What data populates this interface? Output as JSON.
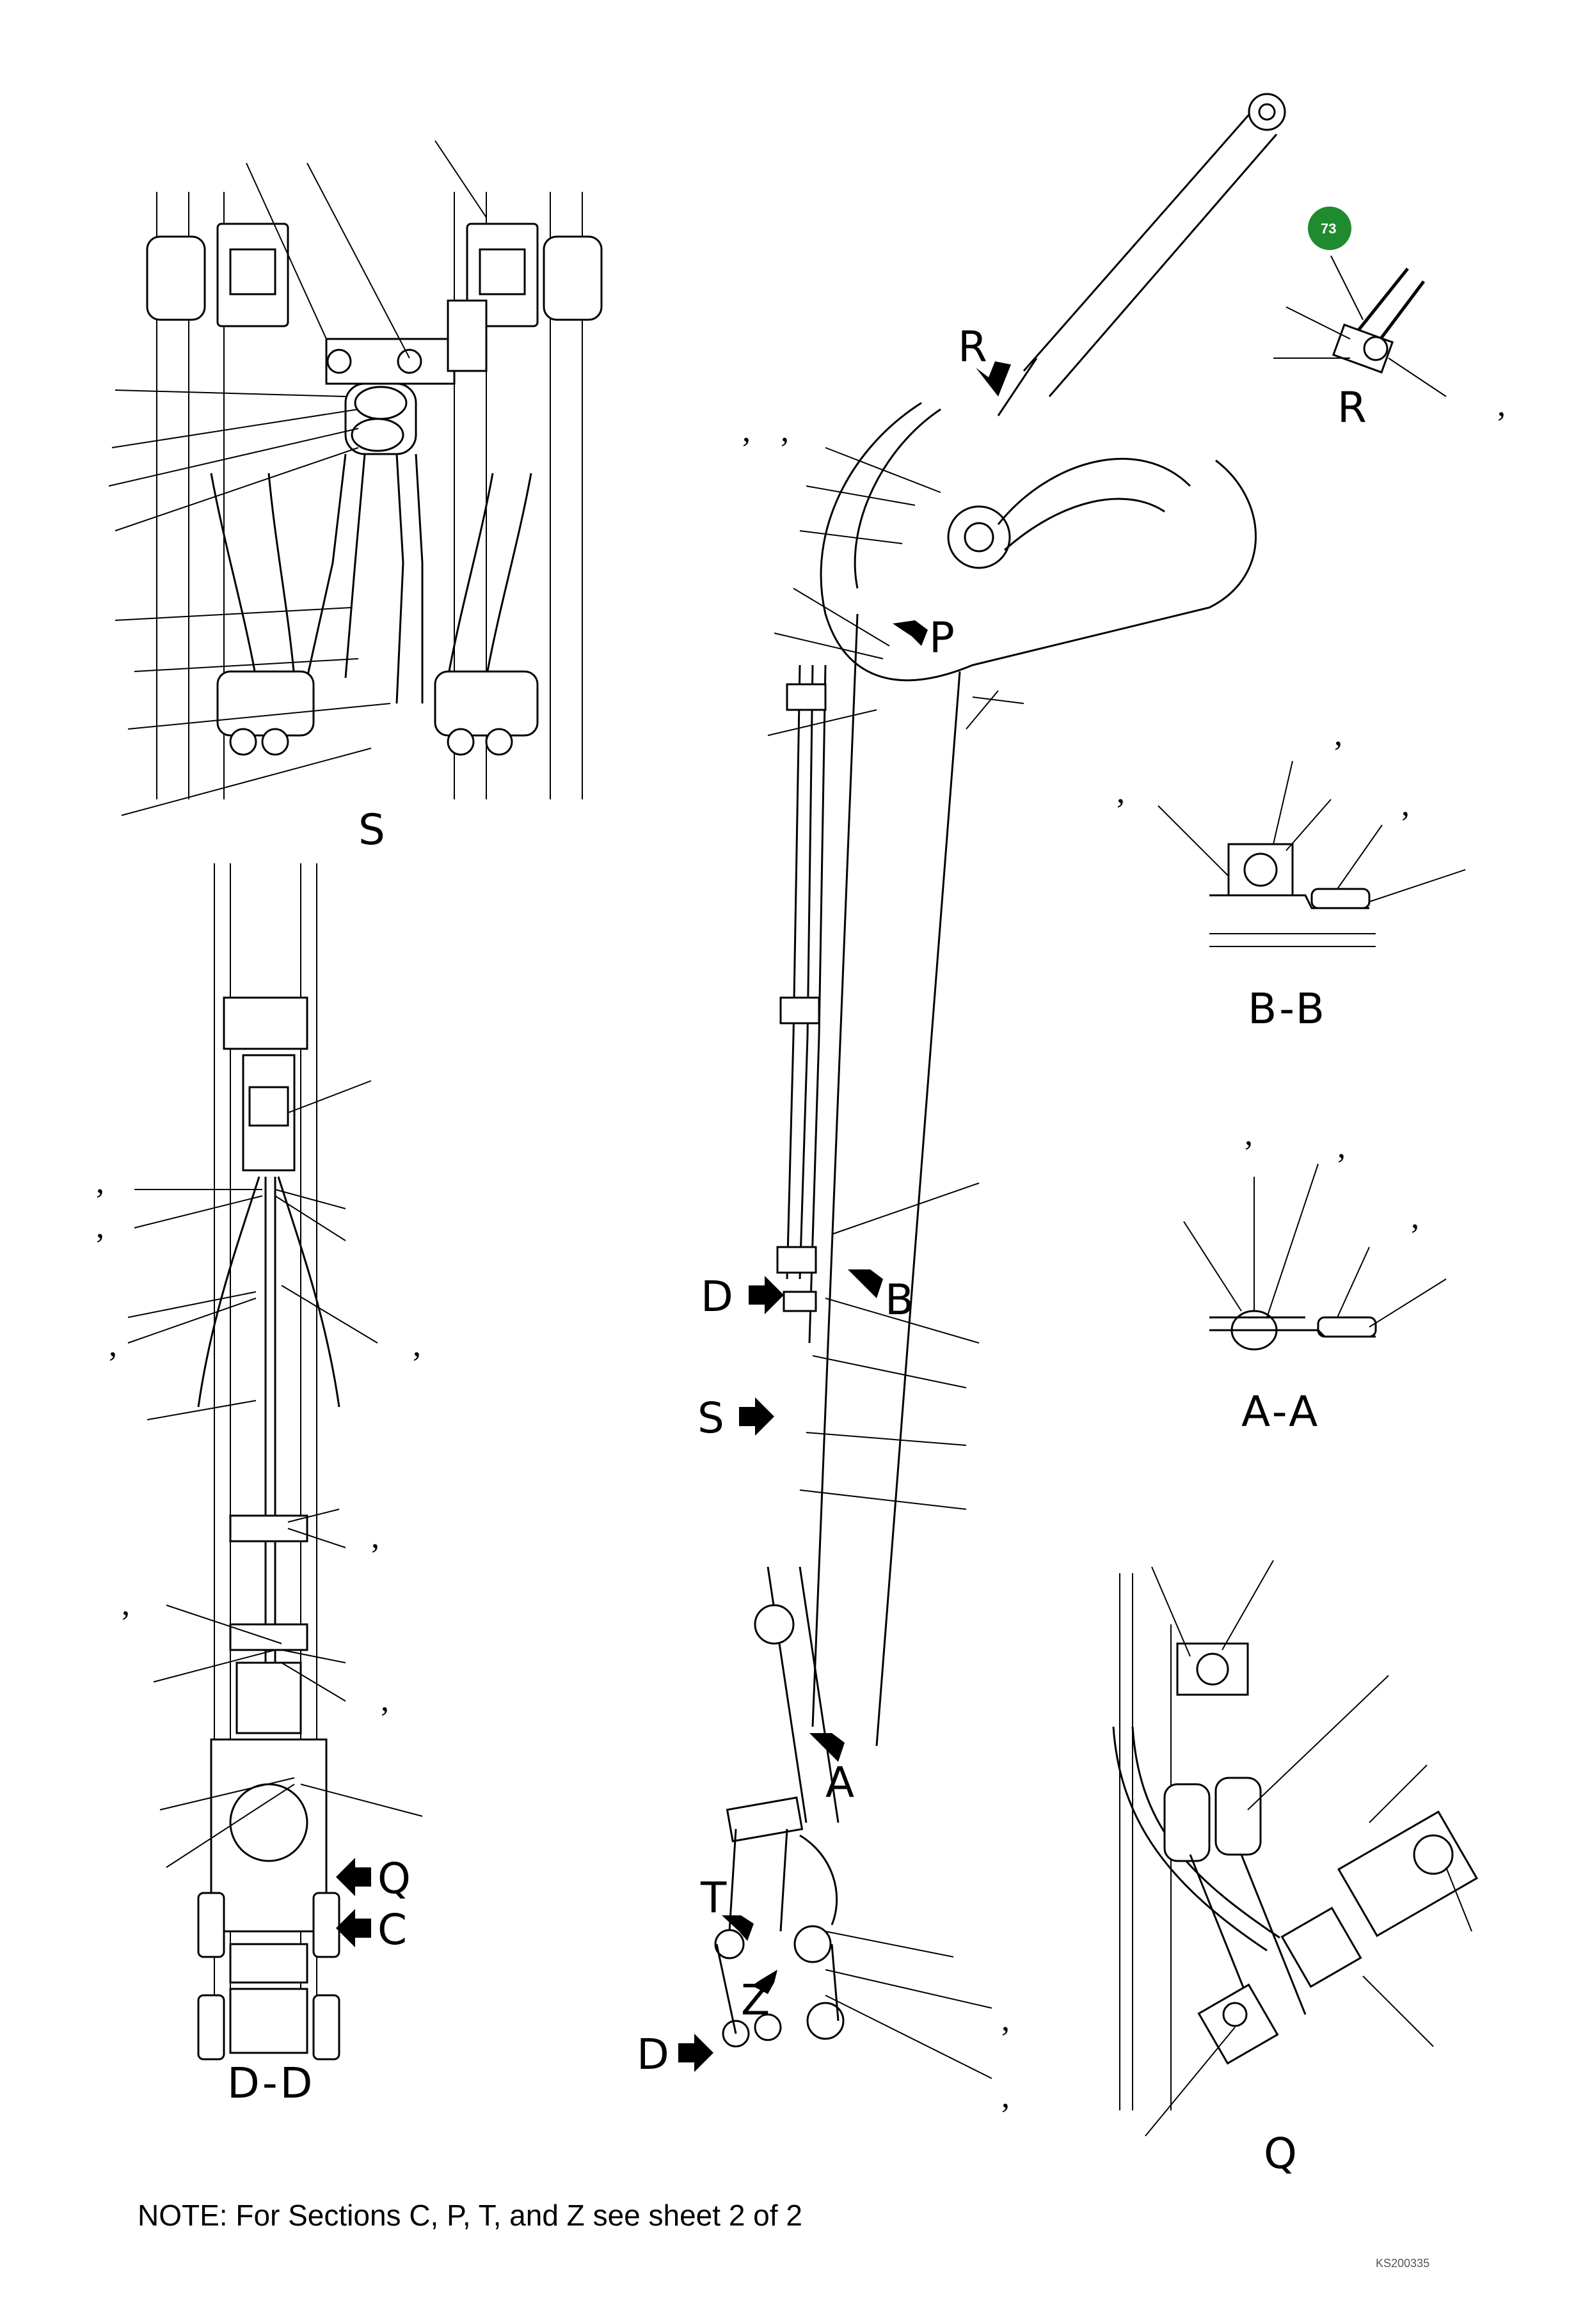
{
  "badge": {
    "number": "73",
    "color": "#1e8b2e"
  },
  "views": {
    "s": "S",
    "dd": "D-D",
    "bb": "B-B",
    "aa": "A-A",
    "q": "Q",
    "r": "R"
  },
  "arrows": {
    "r": "R",
    "p": "P",
    "d1": "D",
    "b": "B",
    "s": "S",
    "a": "A",
    "t": "T",
    "z": "Z",
    "d2": "D",
    "q": "Q",
    "c": "C"
  },
  "separator": ",",
  "note": "NOTE: For Sections C, P, T, and Z see sheet 2 of 2",
  "drawing_code": "KS200335"
}
